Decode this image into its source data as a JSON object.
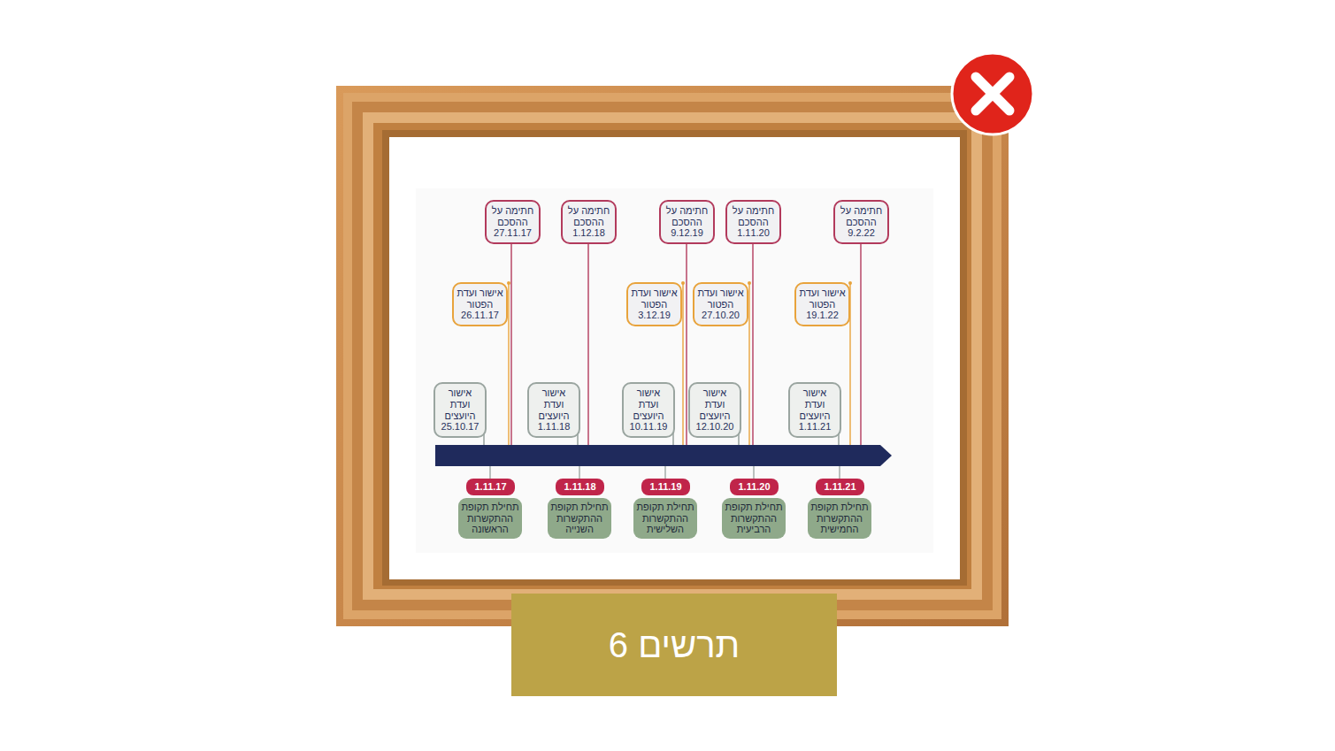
{
  "diagram": {
    "caption": "תרשים 6",
    "nodes": [
      {
        "text": [
          "חתימה על ההסכם 27.11.17"
        ]
      },
      {
        "text": [
          "חתימה על ההסכם 1.12.18"
        ]
      },
      {
        "text": [
          "חתימה על ההסכם 9.12.19"
        ]
      },
      {
        "text": [
          "חתימה על ההסכם 1.11.20"
        ]
      },
      {
        "text": [
          "חתימה על ההסכם 9.2.22"
        ]
      },
      {
        "text": [
          "אישור ועדת הפטור 26.11.17"
        ]
      },
      {
        "text": [
          "אישור ועדת הפטור 3.12.19"
        ]
      },
      {
        "text": [
          "אישור ועדת הפטור 27.10.20"
        ]
      },
      {
        "text": [
          "אישור ועדת הפטור 19.1.22"
        ]
      },
      {
        "text": [
          "אישור ועדת היועצים 25.10.17"
        ]
      },
      {
        "text": [
          "אישור ועדת היועצים 1.11.18"
        ]
      },
      {
        "text": [
          "אישור ועדת היועצים 10.11.19"
        ]
      },
      {
        "text": [
          "אישור ועדת היועצים 12.10.20"
        ]
      },
      {
        "text": [
          "אישור ועדת היועצים 1.11.21"
        ]
      },
      {
        "text": [
          "1.11.17"
        ]
      },
      {
        "text": [
          "1.11.18"
        ]
      },
      {
        "text": [
          "1.11.19"
        ]
      },
      {
        "text": [
          "1.11.20"
        ]
      },
      {
        "text": [
          "1.11.21"
        ]
      },
      {
        "text": [
          "תחילת תקופת ההתקשרות הראשונה"
        ]
      },
      {
        "text": [
          "תחילת תקופת ההתקשרות השנייה"
        ]
      },
      {
        "text": [
          "תחילת תקופת ההתקשרות השלישית"
        ]
      },
      {
        "text": [
          "תחילת תקופת ההתקשרות הרביעית"
        ]
      },
      {
        "text": [
          "תחילת תקופת ההתקשרות החמישית"
        ]
      }
    ]
  }
}
